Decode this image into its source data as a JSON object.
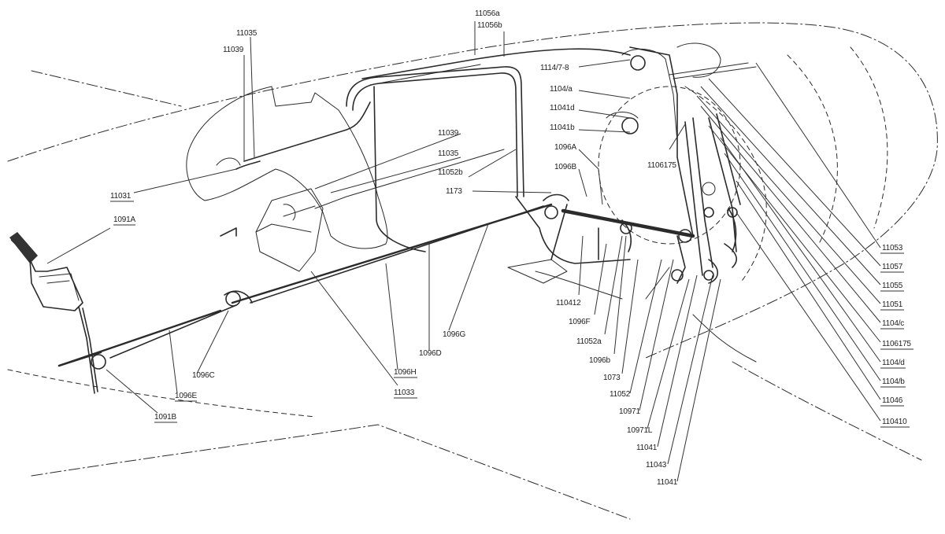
{
  "labels": {
    "l11056a": "11056a",
    "l11056b": "11056b",
    "l11035_top": "11035",
    "l11039_top": "11039",
    "l1114_7_8": "1114/7-8",
    "l1104a": "1104/a",
    "l11041d": "11041d",
    "l11041b": "11041b",
    "l1096A": "1096A",
    "l1096B": "1096B",
    "l11039_mid": "11039",
    "l11035_mid": "11035",
    "l11052b": "11052b",
    "l1173": "1173",
    "l11031": "11031",
    "l1091A": "1091A",
    "l1106175_mid": "1106175",
    "l11053": "11053",
    "l11057": "11057",
    "l11055": "11055",
    "l11051": "11051",
    "l1104c": "1104/c",
    "l1106175_r": "1106175",
    "l1104d": "1104/d",
    "l1104b": "1104/b",
    "l11046": "11046",
    "l110410": "110410",
    "l110412": "110412",
    "l1096F": "1096F",
    "l11052a": "11052a",
    "l1096b": "1096b",
    "l1073": "1073",
    "l11052": "11052",
    "l10971": "10971",
    "l10971L": "10971L",
    "l11041": "11041",
    "l11043": "11043",
    "l11041_bot": "11041",
    "l1096G": "1096G",
    "l1096D": "1096D",
    "l1096H": "1096H",
    "l11033": "11033",
    "l1096C": "1096C",
    "l1096E": "1096E",
    "l1091B": "1091B"
  }
}
